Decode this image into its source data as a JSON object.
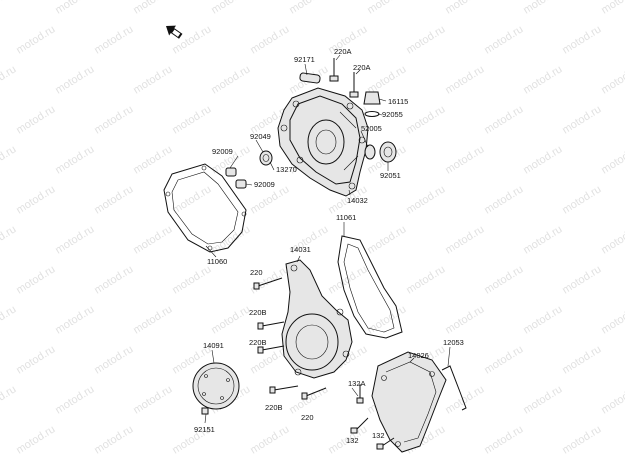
{
  "watermark": "motod.ru",
  "front_arrow_icon": "front-direction-arrow-icon",
  "labels": {
    "p92171": "92171",
    "p220A_top": "220A",
    "p220A_right": "220A",
    "p16115": "16115",
    "p92055": "92055",
    "p52005": "52005",
    "p92049": "92049",
    "p92009_left": "92009",
    "p13270": "13270",
    "p92009_mid": "92009",
    "p92051": "92051",
    "p14032": "14032",
    "p11060": "11060",
    "p11061": "11061",
    "p14031": "14031",
    "p220_top": "220",
    "p220B_1": "220B",
    "p220B_2": "220B",
    "p14091": "14091",
    "p92151": "92151",
    "p220B_3": "220B",
    "p220_bottom": "220",
    "p132A": "132A",
    "p132_a": "132",
    "p132_b": "132",
    "p14026": "14026",
    "p12053": "12053"
  }
}
